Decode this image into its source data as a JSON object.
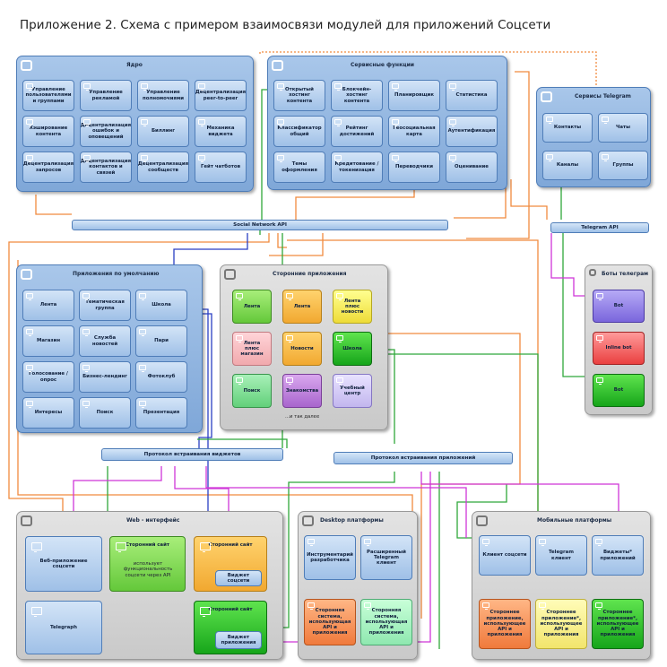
{
  "title": "Приложение 2. Схема с примером взаимосвязи модулей для приложений Соцсети",
  "core": {
    "title": "Ядро",
    "items": [
      "Управление пользователями и группами",
      "Управление рекламой",
      "Управление полномочиями",
      "Децентрализация peer-to-peer",
      "Хэширование контента",
      "Децентрализация ошибок и оповещений",
      "Биллинг",
      "Механика виджета",
      "Децентрализация запросов",
      "Децентрализация контактов и связей",
      "Децентрализация сообществ",
      "Гейт чатботов"
    ]
  },
  "services": {
    "title": "Сервисные функции",
    "items": [
      "Открытый хостинг контента",
      "Блокчейн-хостинг контента",
      "Планировщик",
      "Статистика",
      "Классификатор общий",
      "Рейтинг достижений",
      "Геосоциальная карта",
      "Аутентификация",
      "Темы оформления",
      "Кредитование / токенизация",
      "Переводчики",
      "Оценивание"
    ]
  },
  "telegram_services": {
    "title": "Сервисы Telegram",
    "items": [
      "Контакты",
      "Чаты",
      "Каналы",
      "Группы"
    ]
  },
  "social_network_api": "Social Network API",
  "telegram_api": "Telegram API",
  "default_apps": {
    "title": "Приложения по умолчанию",
    "items": [
      "Лента",
      "Тематическая группа",
      "Школа",
      "Магазин",
      "Служба новостей",
      "Пари",
      "Голосование / опрос",
      "Бизнес-лендинг",
      "Фотоклуб",
      "Интересы",
      "Поиск",
      "Презентация"
    ]
  },
  "third_party_apps": {
    "title": "Сторонние приложения",
    "items": [
      "Лента",
      "Лента",
      "Лента плюс новости",
      "Лента плюс магазин",
      "Новости",
      "Школа",
      "Поиск",
      "Знакомства",
      "Учебный центр"
    ],
    "footer": "...и так далее"
  },
  "telegram_bots": {
    "title": "Боты телеграм",
    "items": [
      "Bot",
      "Inline bot",
      "Bot"
    ]
  },
  "protocols": {
    "widgets": "Протокол встраивания виджетов",
    "apps": "Протокол встраивания приложений"
  },
  "web": {
    "title": "Web - интерфейс",
    "web_app": "Веб-приложение соцсети",
    "third_party_site_1": "Сторонний сайт",
    "third_party_site_1_text": "использует функциональность соцсети через API",
    "third_party_site_2": "Сторонний сайт",
    "social_widget": "Виджет соцсети",
    "third_party_site_3": "Сторонний сайт",
    "app_widget": "Виджет приложения",
    "telegraph": "Telegraph"
  },
  "desktop": {
    "title": "Desktop платформы",
    "items": [
      "Инструментарий разработчика",
      "Расширенный Telegram клиент",
      "Сторонняя система, использующая API и приложения",
      "Сторонняя система, использующая API и приложения"
    ]
  },
  "mobile": {
    "title": "Мобильные платформы",
    "items": [
      "Клиент соцсети",
      "Telegram клиент",
      "Виджеты* приложений",
      "Стороннее приложение, использующее API и приложения",
      "Стороннее приложение*, использующее API и приложения",
      "Стороннее приложение*, использующее API и приложения"
    ]
  },
  "colors": {
    "orange_link": "#f08a3e",
    "blue_link": "#2a3fc4",
    "green_link": "#2fa83a",
    "magenta_link": "#cf35d8"
  }
}
